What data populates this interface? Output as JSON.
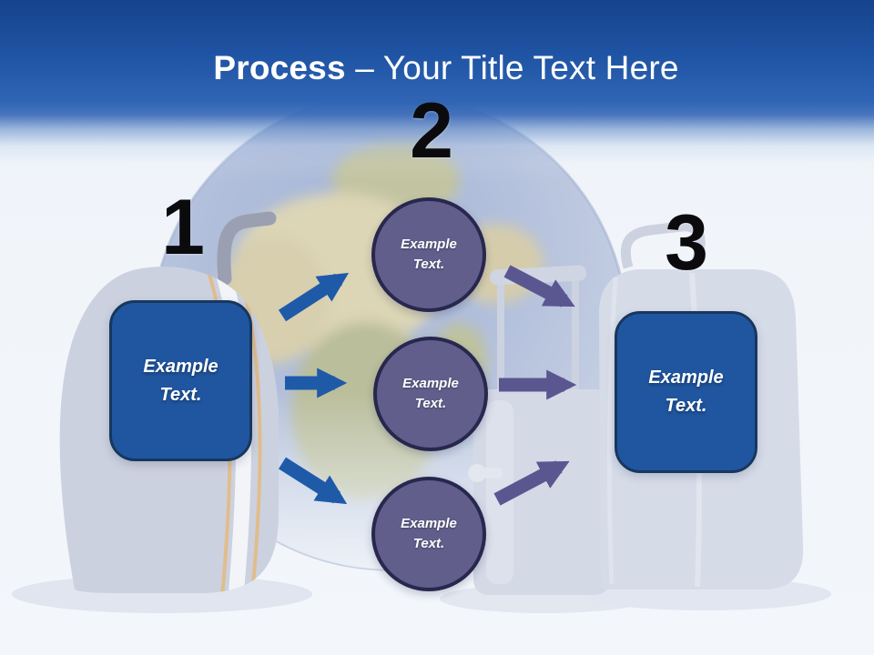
{
  "title": {
    "bold": "Process",
    "rest": "– Your Title Text Here"
  },
  "diagram": {
    "start_box": {
      "number": "1",
      "label": "Example Text."
    },
    "middle_circles": {
      "number": "2",
      "items": [
        {
          "label": "Example Text."
        },
        {
          "label": "Example Text."
        },
        {
          "label": "Example Text."
        }
      ]
    },
    "end_box": {
      "number": "3",
      "label": "Example Text."
    }
  },
  "colors": {
    "header_top": "#16438c",
    "header_mid": "#2f65b4",
    "box_fill": "#2056a0",
    "box_border": "#17375e",
    "circle_fill": "#615e8c",
    "circle_border": "#28274e",
    "arrow_left": "#1f5aa9",
    "arrow_right": "#5a5790",
    "number_color": "#0b0b0d",
    "page_background": "#f1f5fa",
    "title_color": "#ffffff"
  },
  "decorations": [
    {
      "name": "globe-image",
      "description": "faded earth globe behind diagram"
    },
    {
      "name": "left-suitcase-image",
      "description": "faded trolley duffel bag with stripes"
    },
    {
      "name": "middle-suitcase-image",
      "description": "faded upright suitcase with telescopic handle"
    },
    {
      "name": "right-suitcase-image",
      "description": "faded tall suitcase with top handle"
    }
  ]
}
